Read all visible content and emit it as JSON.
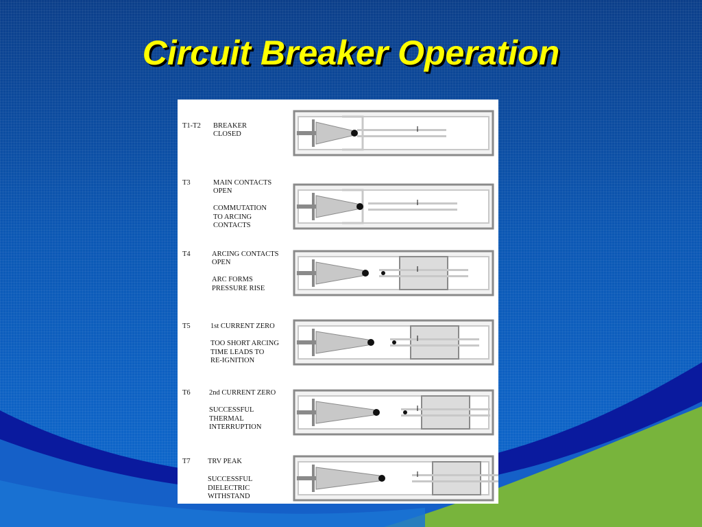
{
  "title": "Circuit Breaker Operation",
  "colors": {
    "title": "#ffff00",
    "background": "#0c58b4",
    "wave_dark": "#0a1a9e",
    "wave_green": "#78b43c",
    "panel": "#ffffff"
  },
  "stages": [
    {
      "step": "T1-T2",
      "lines": [
        "BREAKER",
        "CLOSED"
      ],
      "note": []
    },
    {
      "step": "T3",
      "lines": [
        "MAIN CONTACTS",
        "OPEN"
      ],
      "note": [
        "COMMUTATION",
        "TO ARCING",
        "CONTACTS"
      ]
    },
    {
      "step": "T4",
      "lines": [
        "ARCING CONTACTS",
        "OPEN"
      ],
      "note": [
        "ARC FORMS",
        "PRESSURE RISE"
      ]
    },
    {
      "step": "T5",
      "lines": [
        "1st CURRENT ZERO"
      ],
      "note": [
        "TOO SHORT ARCING",
        "TIME LEADS TO",
        "RE-IGNITION"
      ]
    },
    {
      "step": "T6",
      "lines": [
        "2nd CURRENT ZERO"
      ],
      "note": [
        "SUCCESSFUL",
        "THERMAL",
        "INTERRUPTION"
      ]
    },
    {
      "step": "T7",
      "lines": [
        "TRV PEAK"
      ],
      "note": [
        "SUCCESSFUL",
        "DIELECTRIC",
        "WITHSTAND"
      ]
    }
  ]
}
